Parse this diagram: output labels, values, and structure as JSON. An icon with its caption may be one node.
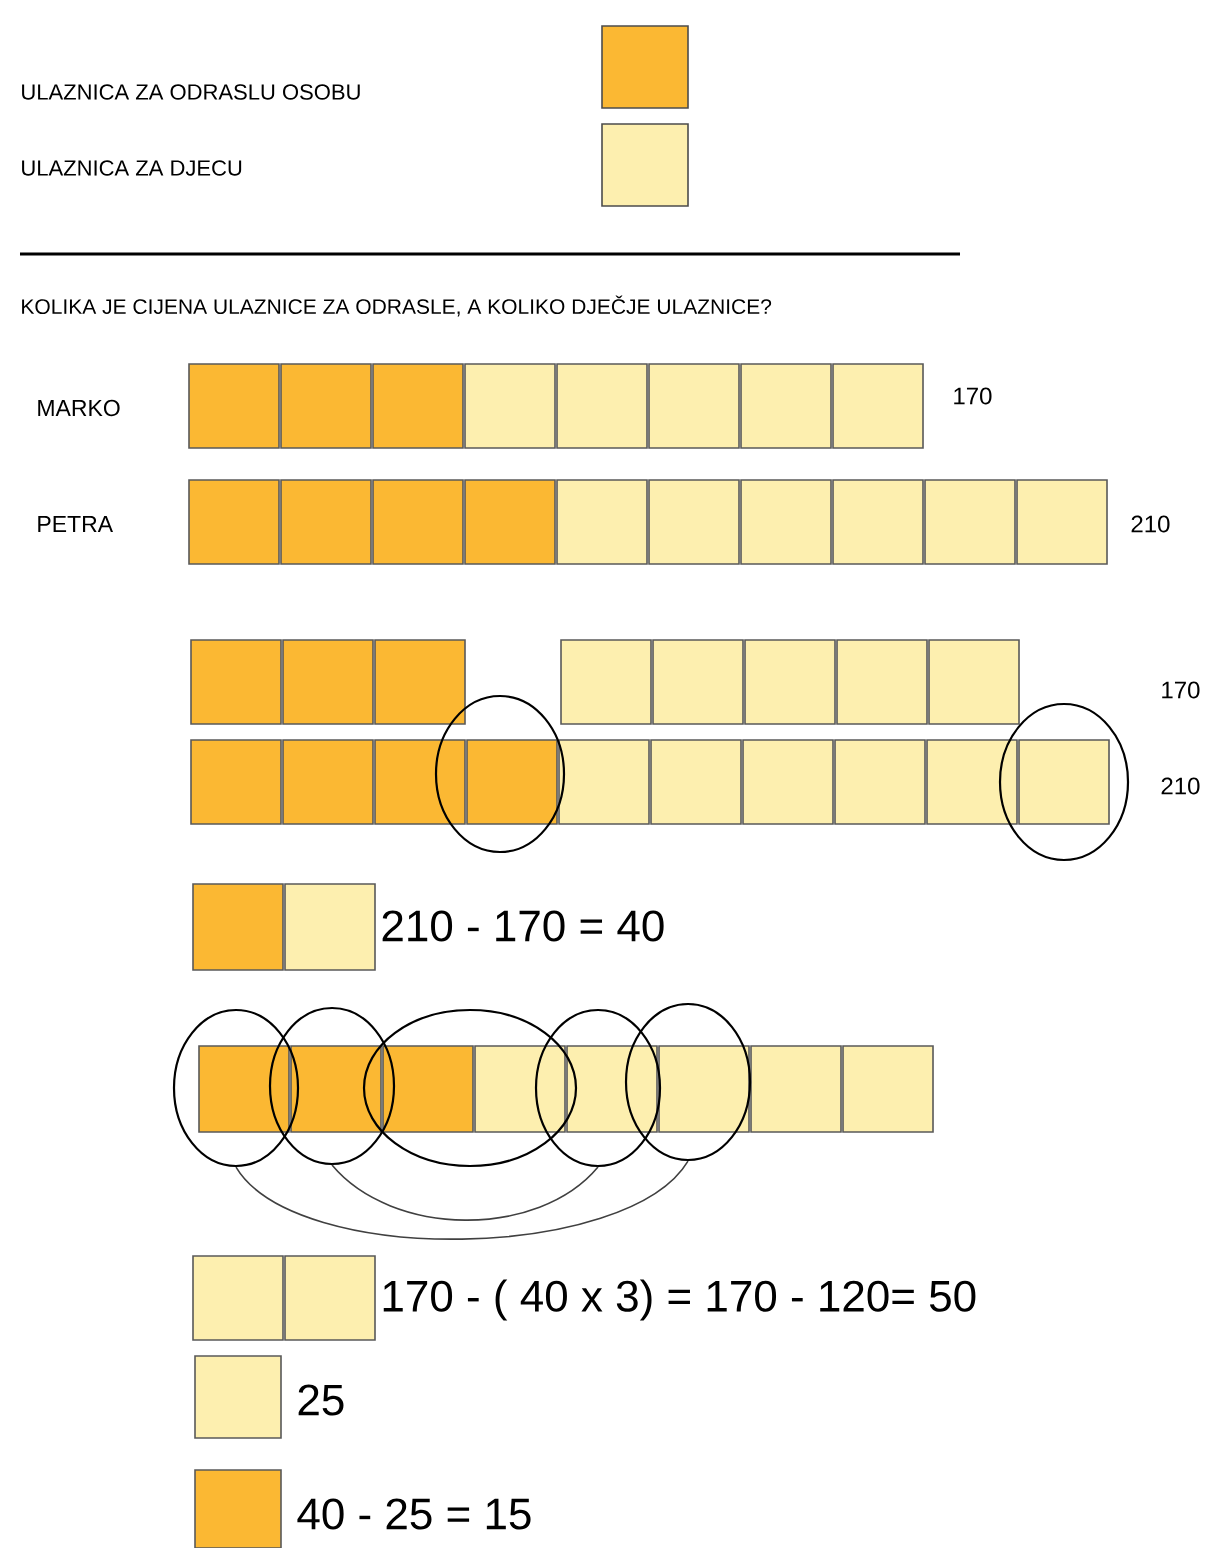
{
  "diagram": {
    "nodes": [
      {
        "text": [],
        "shape": "circle"
      },
      {
        "text": [],
        "shape": "circle"
      },
      {
        "text": [],
        "shape": "circle"
      },
      {
        "text": [],
        "shape": "circle"
      },
      {
        "text": [],
        "shape": "circle"
      },
      {
        "text": [],
        "shape": "circle"
      },
      {
        "text": [],
        "shape": "circle"
      }
    ],
    "edges": [
      {
        "from": 2,
        "to": 6,
        "arrow": "none"
      },
      {
        "from": 3,
        "to": 5,
        "arrow": "none"
      }
    ],
    "labels": [
      "KOLIKA JE CIJENA ULAZNICE ZA ODRASLE, A KOLIKO DJEČJE ULAZNICE?",
      "MARKO",
      "170",
      "PETRA",
      "210",
      "170",
      "210",
      "210 - 170 = 40",
      "170 - ( 40 x 3) = 170 - 120= 50",
      "25",
      "40 - 25 = 15"
    ],
    "legend": [
      {
        "text": "ULAZNICA ZA ODRASLU OSOBU",
        "color": "#fbb833"
      },
      {
        "text": "ULAZNICA ZA DJECU",
        "color": "#fdefaf"
      }
    ]
  }
}
